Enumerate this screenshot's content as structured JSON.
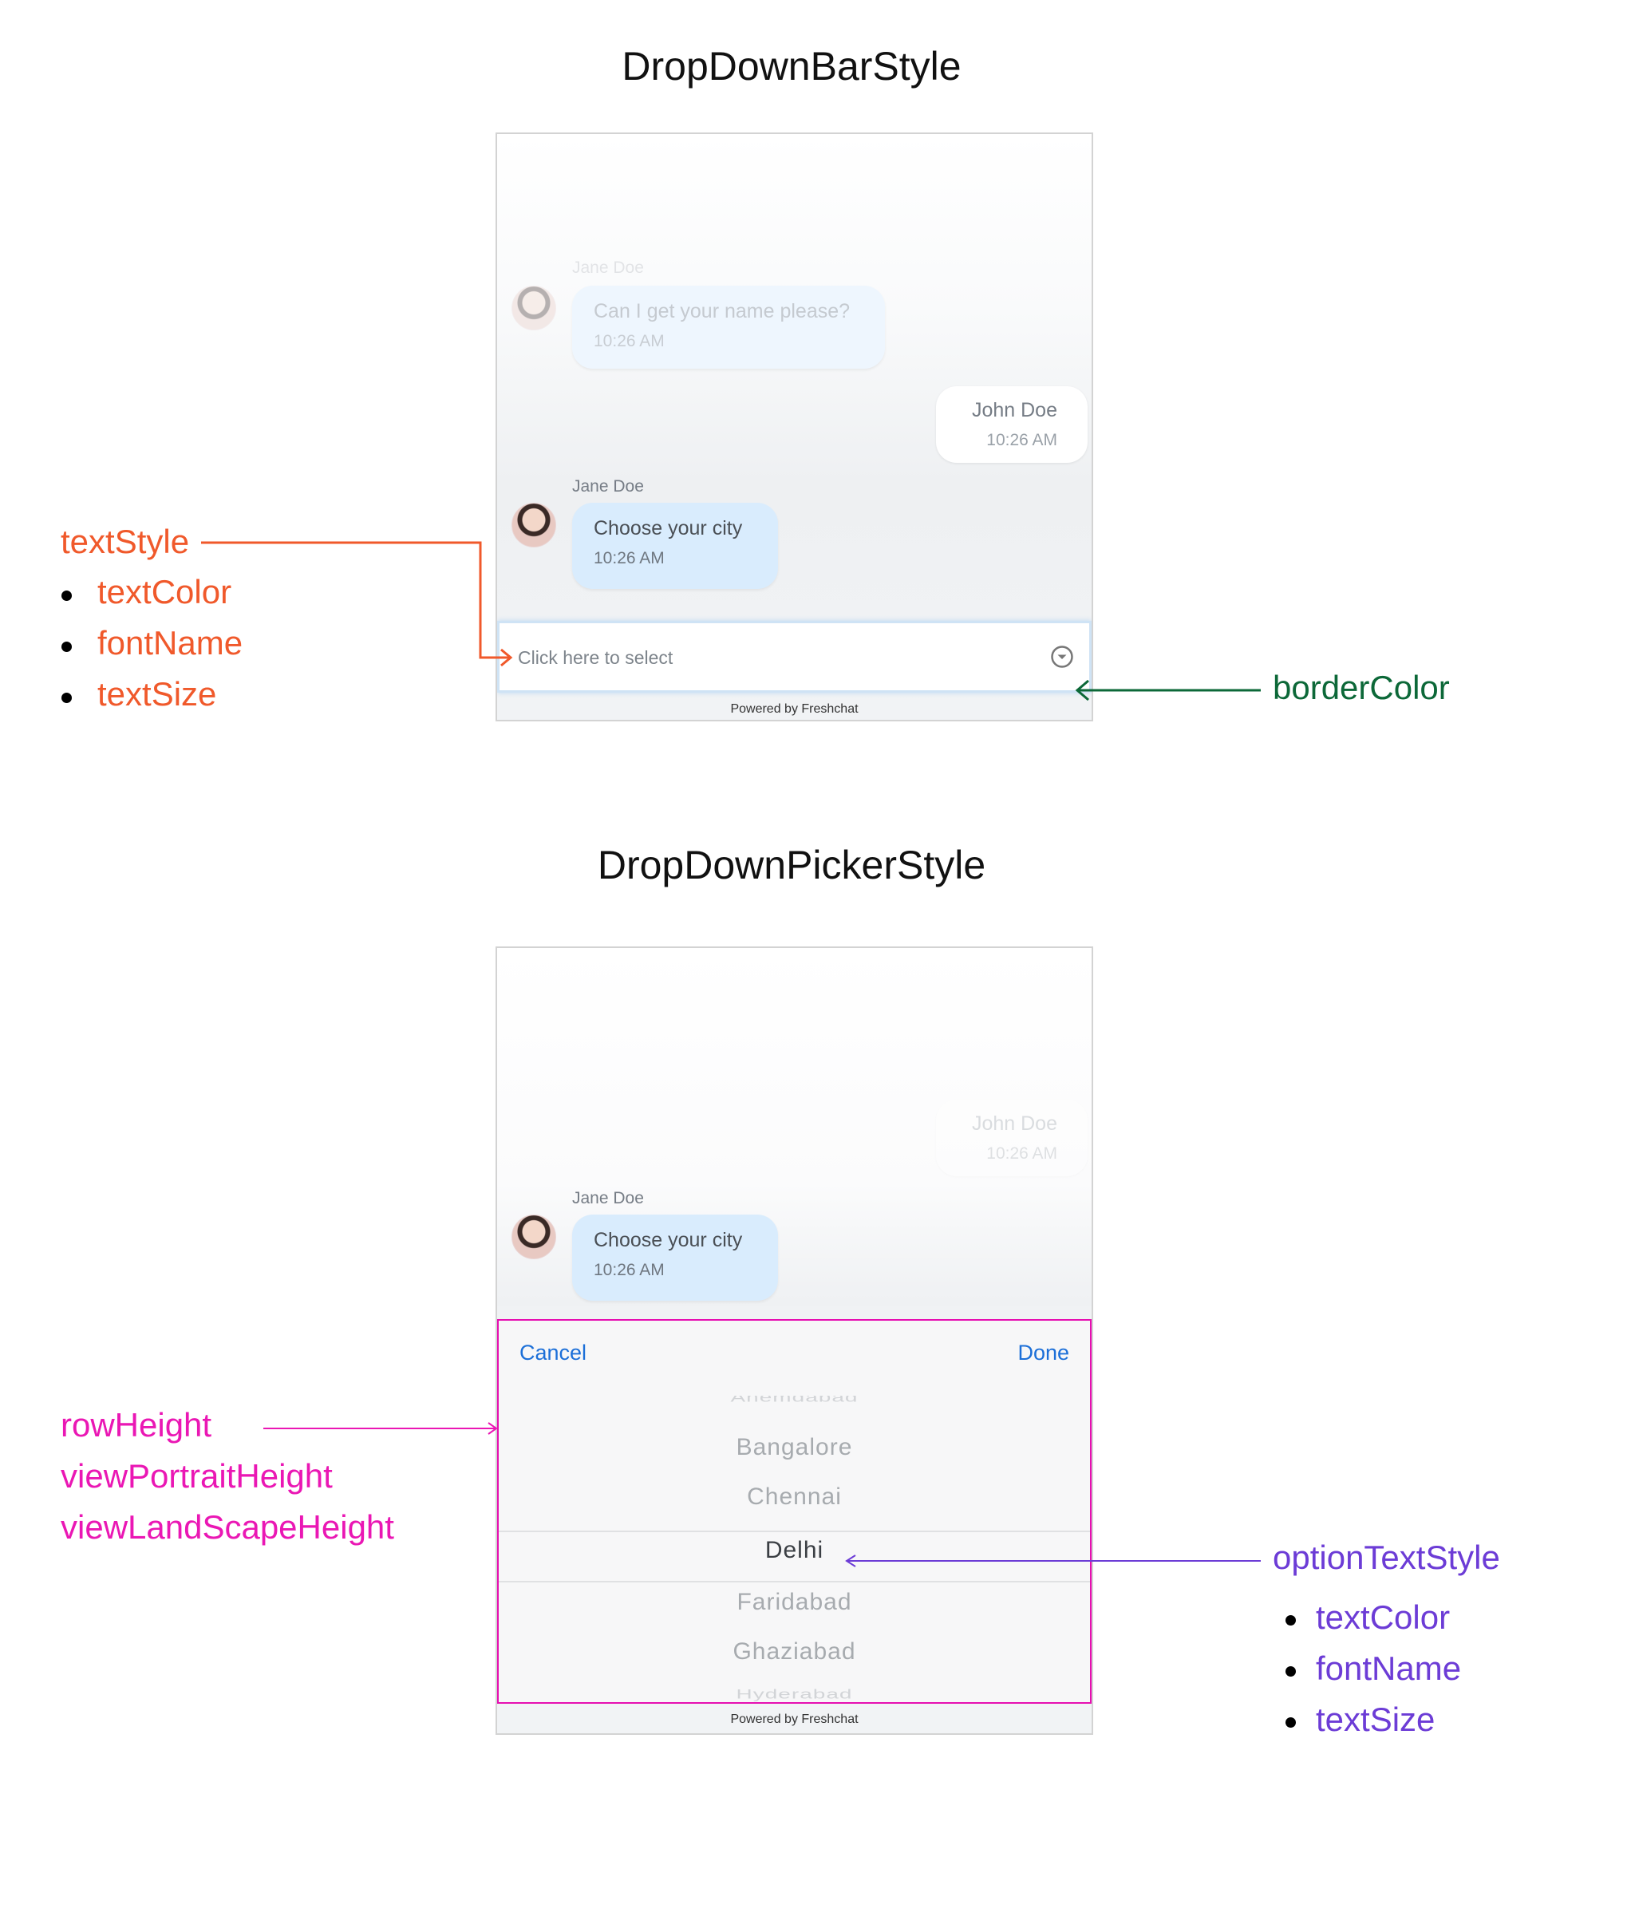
{
  "bar_section": {
    "title": "DropDownBarStyle",
    "chat": {
      "jane_name_faded": "Jane Doe",
      "question": "Can I get your name please?",
      "question_time": "10:26 AM",
      "reply": "John Doe",
      "reply_time": "10:26 AM",
      "jane_name": "Jane Doe",
      "prompt": "Choose your city",
      "prompt_time": "10:26 AM"
    },
    "dropdown_placeholder": "Click here to select",
    "footer": "Powered by Freshchat",
    "annotations": {
      "text_style": "textStyle",
      "text_style_items": [
        "textColor",
        "fontName",
        "textSize"
      ],
      "border_color": "borderColor"
    }
  },
  "picker_section": {
    "title": "DropDownPickerStyle",
    "chat": {
      "reply": "John Doe",
      "reply_time": "10:26 AM",
      "jane_name": "Jane Doe",
      "prompt": "Choose your city",
      "prompt_time": "10:26 AM"
    },
    "cancel_label": "Cancel",
    "done_label": "Done",
    "options": [
      "Ahemdabad",
      "Bangalore",
      "Chennai",
      "Delhi",
      "Faridabad",
      "Ghaziabad",
      "Hyderabad"
    ],
    "selected_option": "Delhi",
    "footer": "Powered by Freshchat",
    "annotations": {
      "row_height": "rowHeight",
      "view_portrait_height": "viewPortraitHeight",
      "view_landscape_height": "viewLandScapeHeight",
      "option_text_style": "optionTextStyle",
      "option_text_style_items": [
        "textColor",
        "fontName",
        "textSize"
      ]
    }
  },
  "colors": {
    "text_style": "#f0592b",
    "border_color": "#0c6838",
    "picker_border": "#ea17b4",
    "option_text_style": "#6c3cd6",
    "button_blue": "#1c6fd8"
  },
  "icons": {
    "dropdown": "chevron-down-circle-icon",
    "avatar": "agent-avatar"
  }
}
